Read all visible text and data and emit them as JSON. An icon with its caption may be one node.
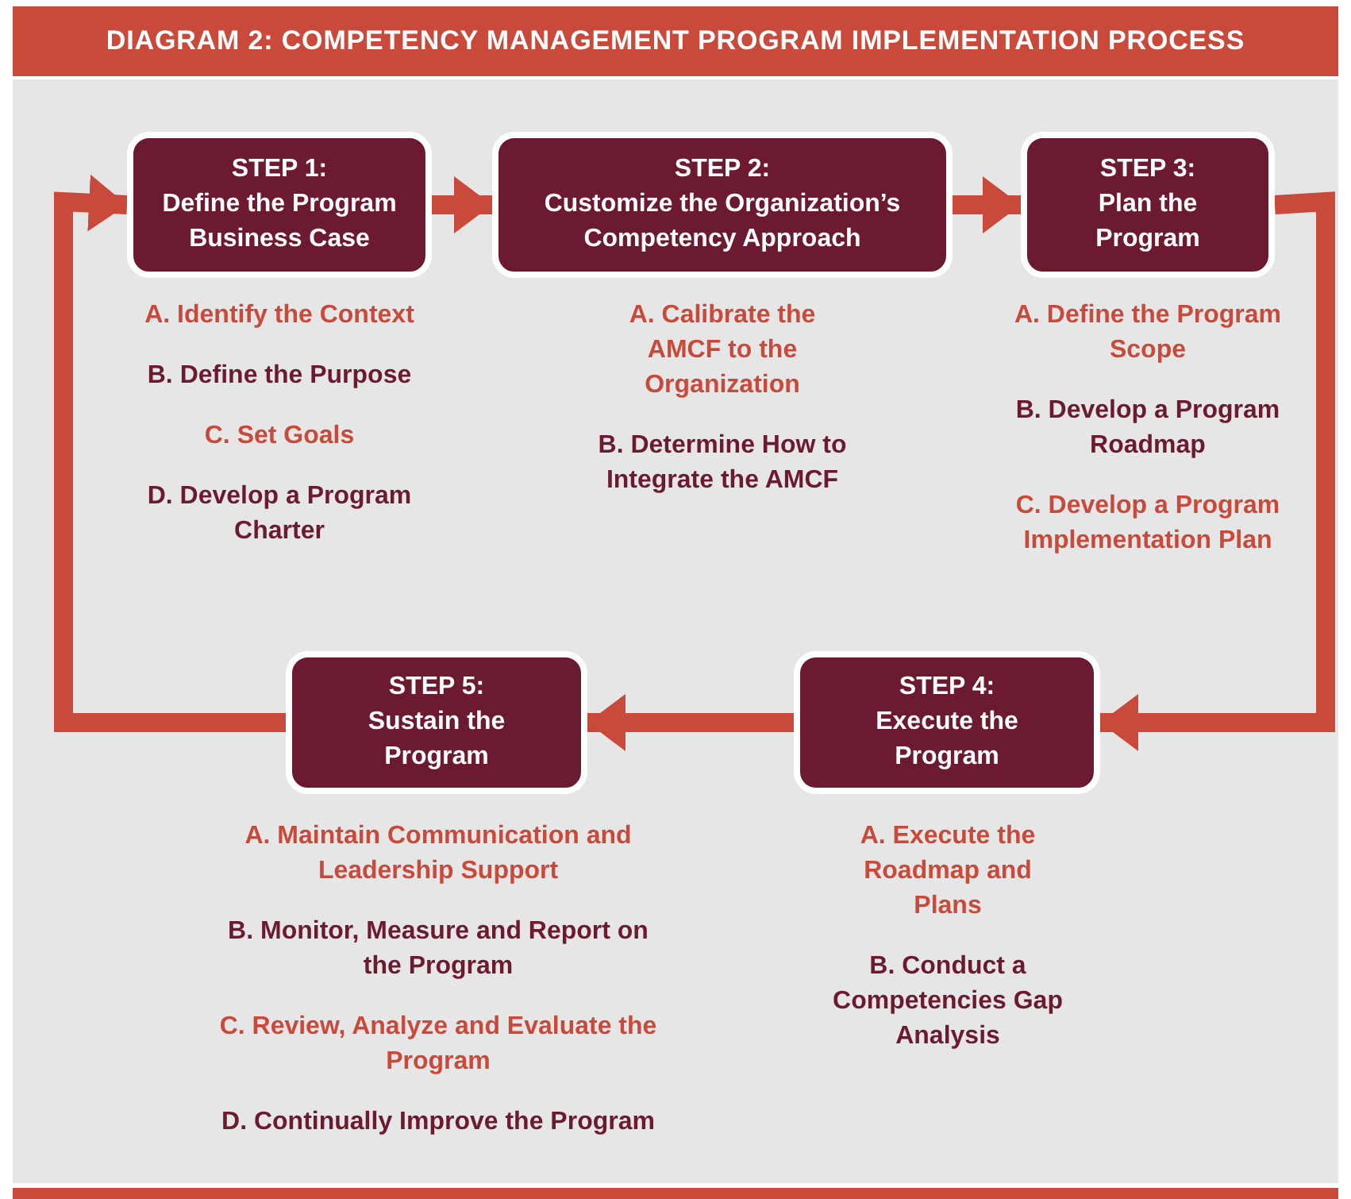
{
  "diagram": {
    "title": "DIAGRAM 2: COMPETENCY MANAGEMENT PROGRAM IMPLEMENTATION PROCESS",
    "nodes": [
      {
        "text": [
          "STEP 1:",
          "Define the Program Business Case"
        ],
        "beside": [
          "A. Identify the Context",
          "B. Define the Purpose",
          "C. Set Goals",
          "D. Develop a Program Charter"
        ]
      },
      {
        "text": [
          "STEP 2:",
          "Customize the Organization’s Competency Approach"
        ],
        "beside": [
          "A. Calibrate the AMCF to the Organization",
          "B. Determine How to Integrate the AMCF"
        ]
      },
      {
        "text": [
          "STEP 3:",
          "Plan the Program"
        ],
        "beside": [
          "A. Define the Program Scope",
          "B. Develop a Program Roadmap",
          "C. Develop a Program Implementation Plan"
        ]
      },
      {
        "text": [
          "STEP 4:",
          "Execute the Program"
        ],
        "beside": [
          "A. Execute the Roadmap and Plans",
          "B. Conduct a Competencies Gap Analysis"
        ]
      },
      {
        "text": [
          "STEP 5:",
          "Sustain the Program"
        ],
        "beside": [
          "A. Maintain Communication and Leadership Support",
          "B. Monitor, Measure and Report on the Program",
          "C. Review, Analyze and Evaluate the Program",
          "D. Continually Improve the Program"
        ]
      }
    ],
    "edges": [
      {
        "from": 0,
        "to": 1,
        "arrow": "to"
      },
      {
        "from": 1,
        "to": 2,
        "arrow": "to"
      },
      {
        "from": 2,
        "to": 3,
        "arrow": "to"
      },
      {
        "from": 3,
        "to": 4,
        "arrow": "to"
      },
      {
        "from": 4,
        "to": 0,
        "arrow": "to"
      }
    ]
  }
}
